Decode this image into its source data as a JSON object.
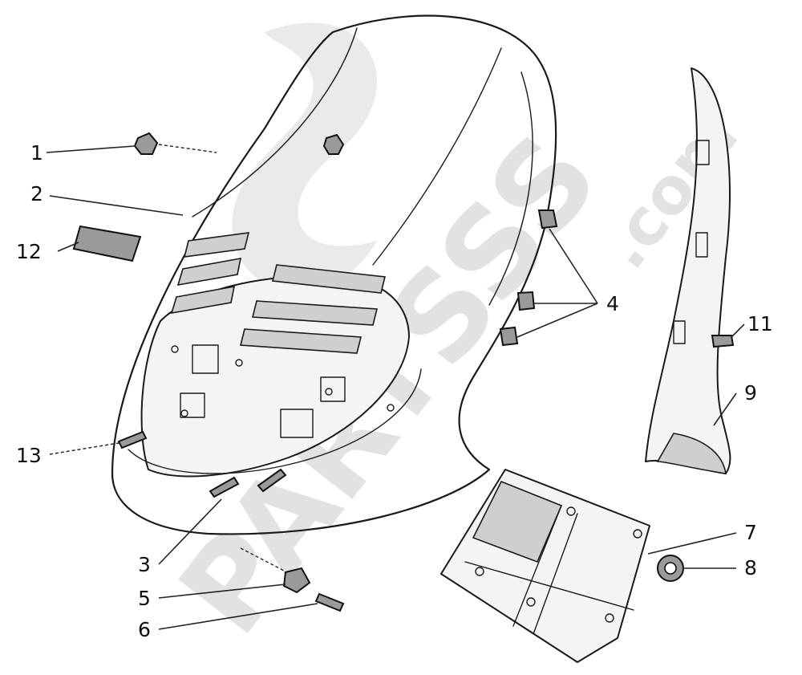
{
  "watermark": {
    "brand": "PARTSSS",
    "suffix": ".com"
  },
  "callouts": [
    {
      "id": "c1",
      "label": "1"
    },
    {
      "id": "c2",
      "label": "2"
    },
    {
      "id": "c3",
      "label": "3"
    },
    {
      "id": "c4",
      "label": "4"
    },
    {
      "id": "c5",
      "label": "5"
    },
    {
      "id": "c6",
      "label": "6"
    },
    {
      "id": "c7",
      "label": "7"
    },
    {
      "id": "c8",
      "label": "8"
    },
    {
      "id": "c9",
      "label": "9"
    },
    {
      "id": "c11",
      "label": "11"
    },
    {
      "id": "c12",
      "label": "12"
    },
    {
      "id": "c13",
      "label": "13"
    }
  ]
}
